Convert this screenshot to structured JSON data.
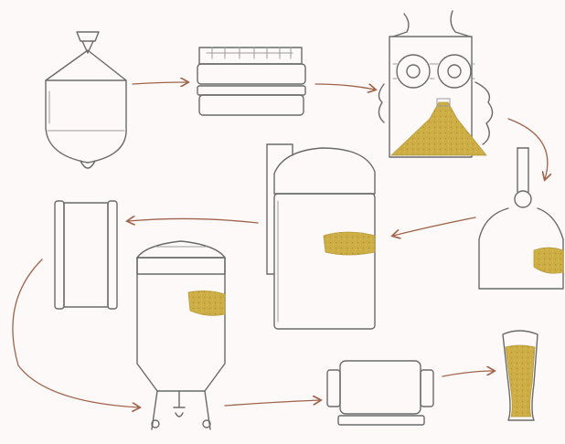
{
  "diagram": {
    "description_kind": "beer-brewing-process-illustration",
    "colors": {
      "background": "#fdf9f9",
      "sketch": "#6a6a6a",
      "liquid": "#cdae45",
      "liquid_dark": "#b8993a",
      "arrow": "#a0644a"
    },
    "steps": [
      {
        "id": "grain-hopper",
        "icon": "grain-hopper-icon"
      },
      {
        "id": "mash-press",
        "icon": "roller-press-icon"
      },
      {
        "id": "grain-mill",
        "icon": "gear-mill-icon"
      },
      {
        "id": "kettle",
        "icon": "brew-kettle-icon"
      },
      {
        "id": "lauter-tun",
        "icon": "lauter-tank-icon"
      },
      {
        "id": "heat-exchanger",
        "icon": "plate-cooler-icon"
      },
      {
        "id": "fermenter",
        "icon": "conical-fermenter-icon"
      },
      {
        "id": "filter",
        "icon": "filter-roller-icon"
      },
      {
        "id": "beer-glass",
        "icon": "beer-glass-icon"
      }
    ]
  }
}
